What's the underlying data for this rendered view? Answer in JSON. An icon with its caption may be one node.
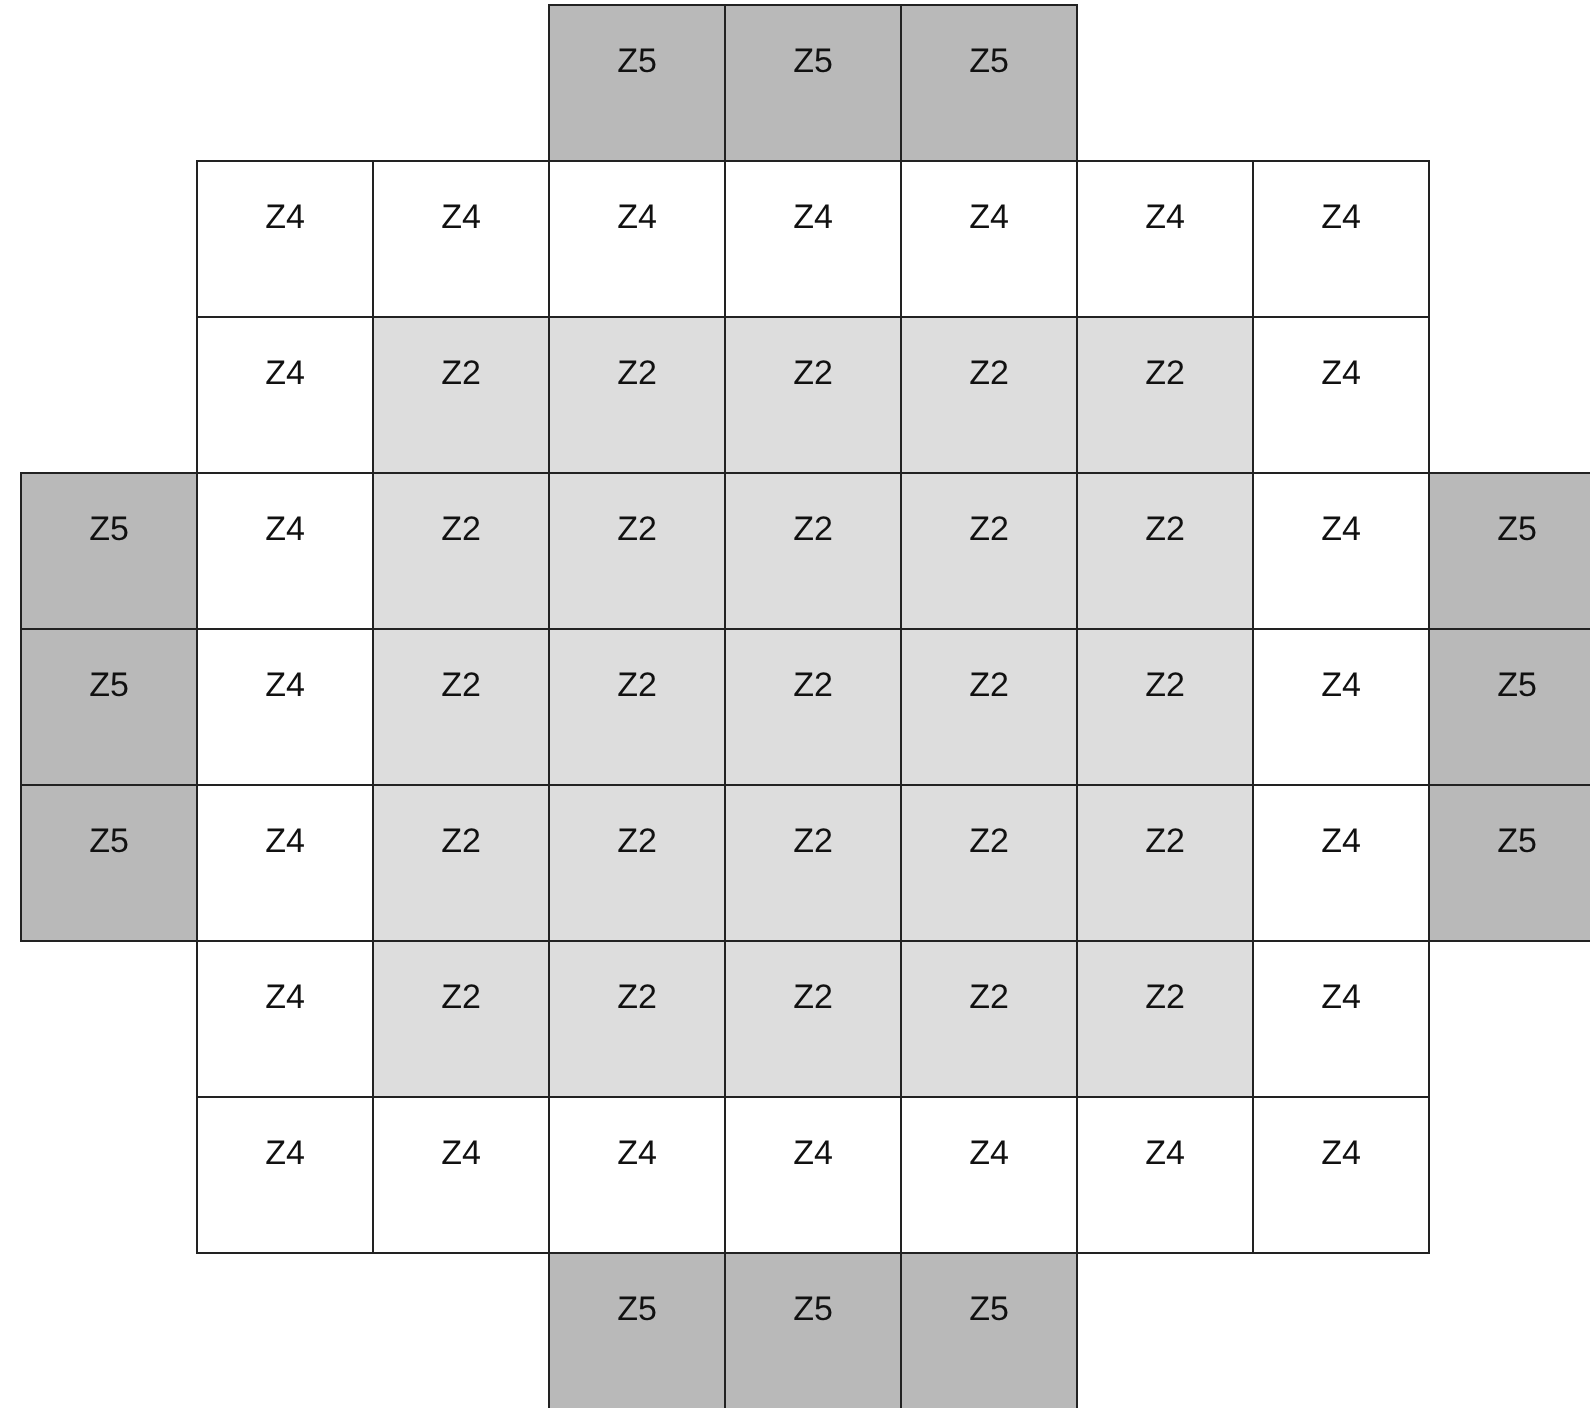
{
  "diagram": {
    "nodes": [
      {
        "text": [
          "Z5"
        ]
      },
      {
        "text": [
          "Z5"
        ]
      },
      {
        "text": [
          "Z5"
        ]
      },
      {
        "text": [
          "Z4"
        ]
      },
      {
        "text": [
          "Z4"
        ]
      },
      {
        "text": [
          "Z4"
        ]
      },
      {
        "text": [
          "Z4"
        ]
      },
      {
        "text": [
          "Z4"
        ]
      },
      {
        "text": [
          "Z4"
        ]
      },
      {
        "text": [
          "Z4"
        ]
      },
      {
        "text": [
          "Z4"
        ]
      },
      {
        "text": [
          "Z2"
        ]
      },
      {
        "text": [
          "Z2"
        ]
      },
      {
        "text": [
          "Z2"
        ]
      },
      {
        "text": [
          "Z2"
        ]
      },
      {
        "text": [
          "Z2"
        ]
      },
      {
        "text": [
          "Z4"
        ]
      },
      {
        "text": [
          "Z5"
        ]
      },
      {
        "text": [
          "Z4"
        ]
      },
      {
        "text": [
          "Z2"
        ]
      },
      {
        "text": [
          "Z2"
        ]
      },
      {
        "text": [
          "Z2"
        ]
      },
      {
        "text": [
          "Z2"
        ]
      },
      {
        "text": [
          "Z2"
        ]
      },
      {
        "text": [
          "Z4"
        ]
      },
      {
        "text": [
          "Z5"
        ]
      },
      {
        "text": [
          "Z5"
        ]
      },
      {
        "text": [
          "Z4"
        ]
      },
      {
        "text": [
          "Z2"
        ]
      },
      {
        "text": [
          "Z2"
        ]
      },
      {
        "text": [
          "Z2"
        ]
      },
      {
        "text": [
          "Z2"
        ]
      },
      {
        "text": [
          "Z2"
        ]
      },
      {
        "text": [
          "Z4"
        ]
      },
      {
        "text": [
          "Z5"
        ]
      },
      {
        "text": [
          "Z5"
        ]
      },
      {
        "text": [
          "Z4"
        ]
      },
      {
        "text": [
          "Z2"
        ]
      },
      {
        "text": [
          "Z2"
        ]
      },
      {
        "text": [
          "Z2"
        ]
      },
      {
        "text": [
          "Z2"
        ]
      },
      {
        "text": [
          "Z2"
        ]
      },
      {
        "text": [
          "Z4"
        ]
      },
      {
        "text": [
          "Z5"
        ]
      },
      {
        "text": [
          "Z4"
        ]
      },
      {
        "text": [
          "Z2"
        ]
      },
      {
        "text": [
          "Z2"
        ]
      },
      {
        "text": [
          "Z2"
        ]
      },
      {
        "text": [
          "Z2"
        ]
      },
      {
        "text": [
          "Z2"
        ]
      },
      {
        "text": [
          "Z4"
        ]
      },
      {
        "text": [
          "Z4"
        ]
      },
      {
        "text": [
          "Z4"
        ]
      },
      {
        "text": [
          "Z4"
        ]
      },
      {
        "text": [
          "Z4"
        ]
      },
      {
        "text": [
          "Z4"
        ]
      },
      {
        "text": [
          "Z4"
        ]
      },
      {
        "text": [
          "Z4"
        ]
      },
      {
        "text": [
          "Z5"
        ]
      },
      {
        "text": [
          "Z5"
        ]
      },
      {
        "text": [
          "Z5"
        ]
      }
    ]
  }
}
